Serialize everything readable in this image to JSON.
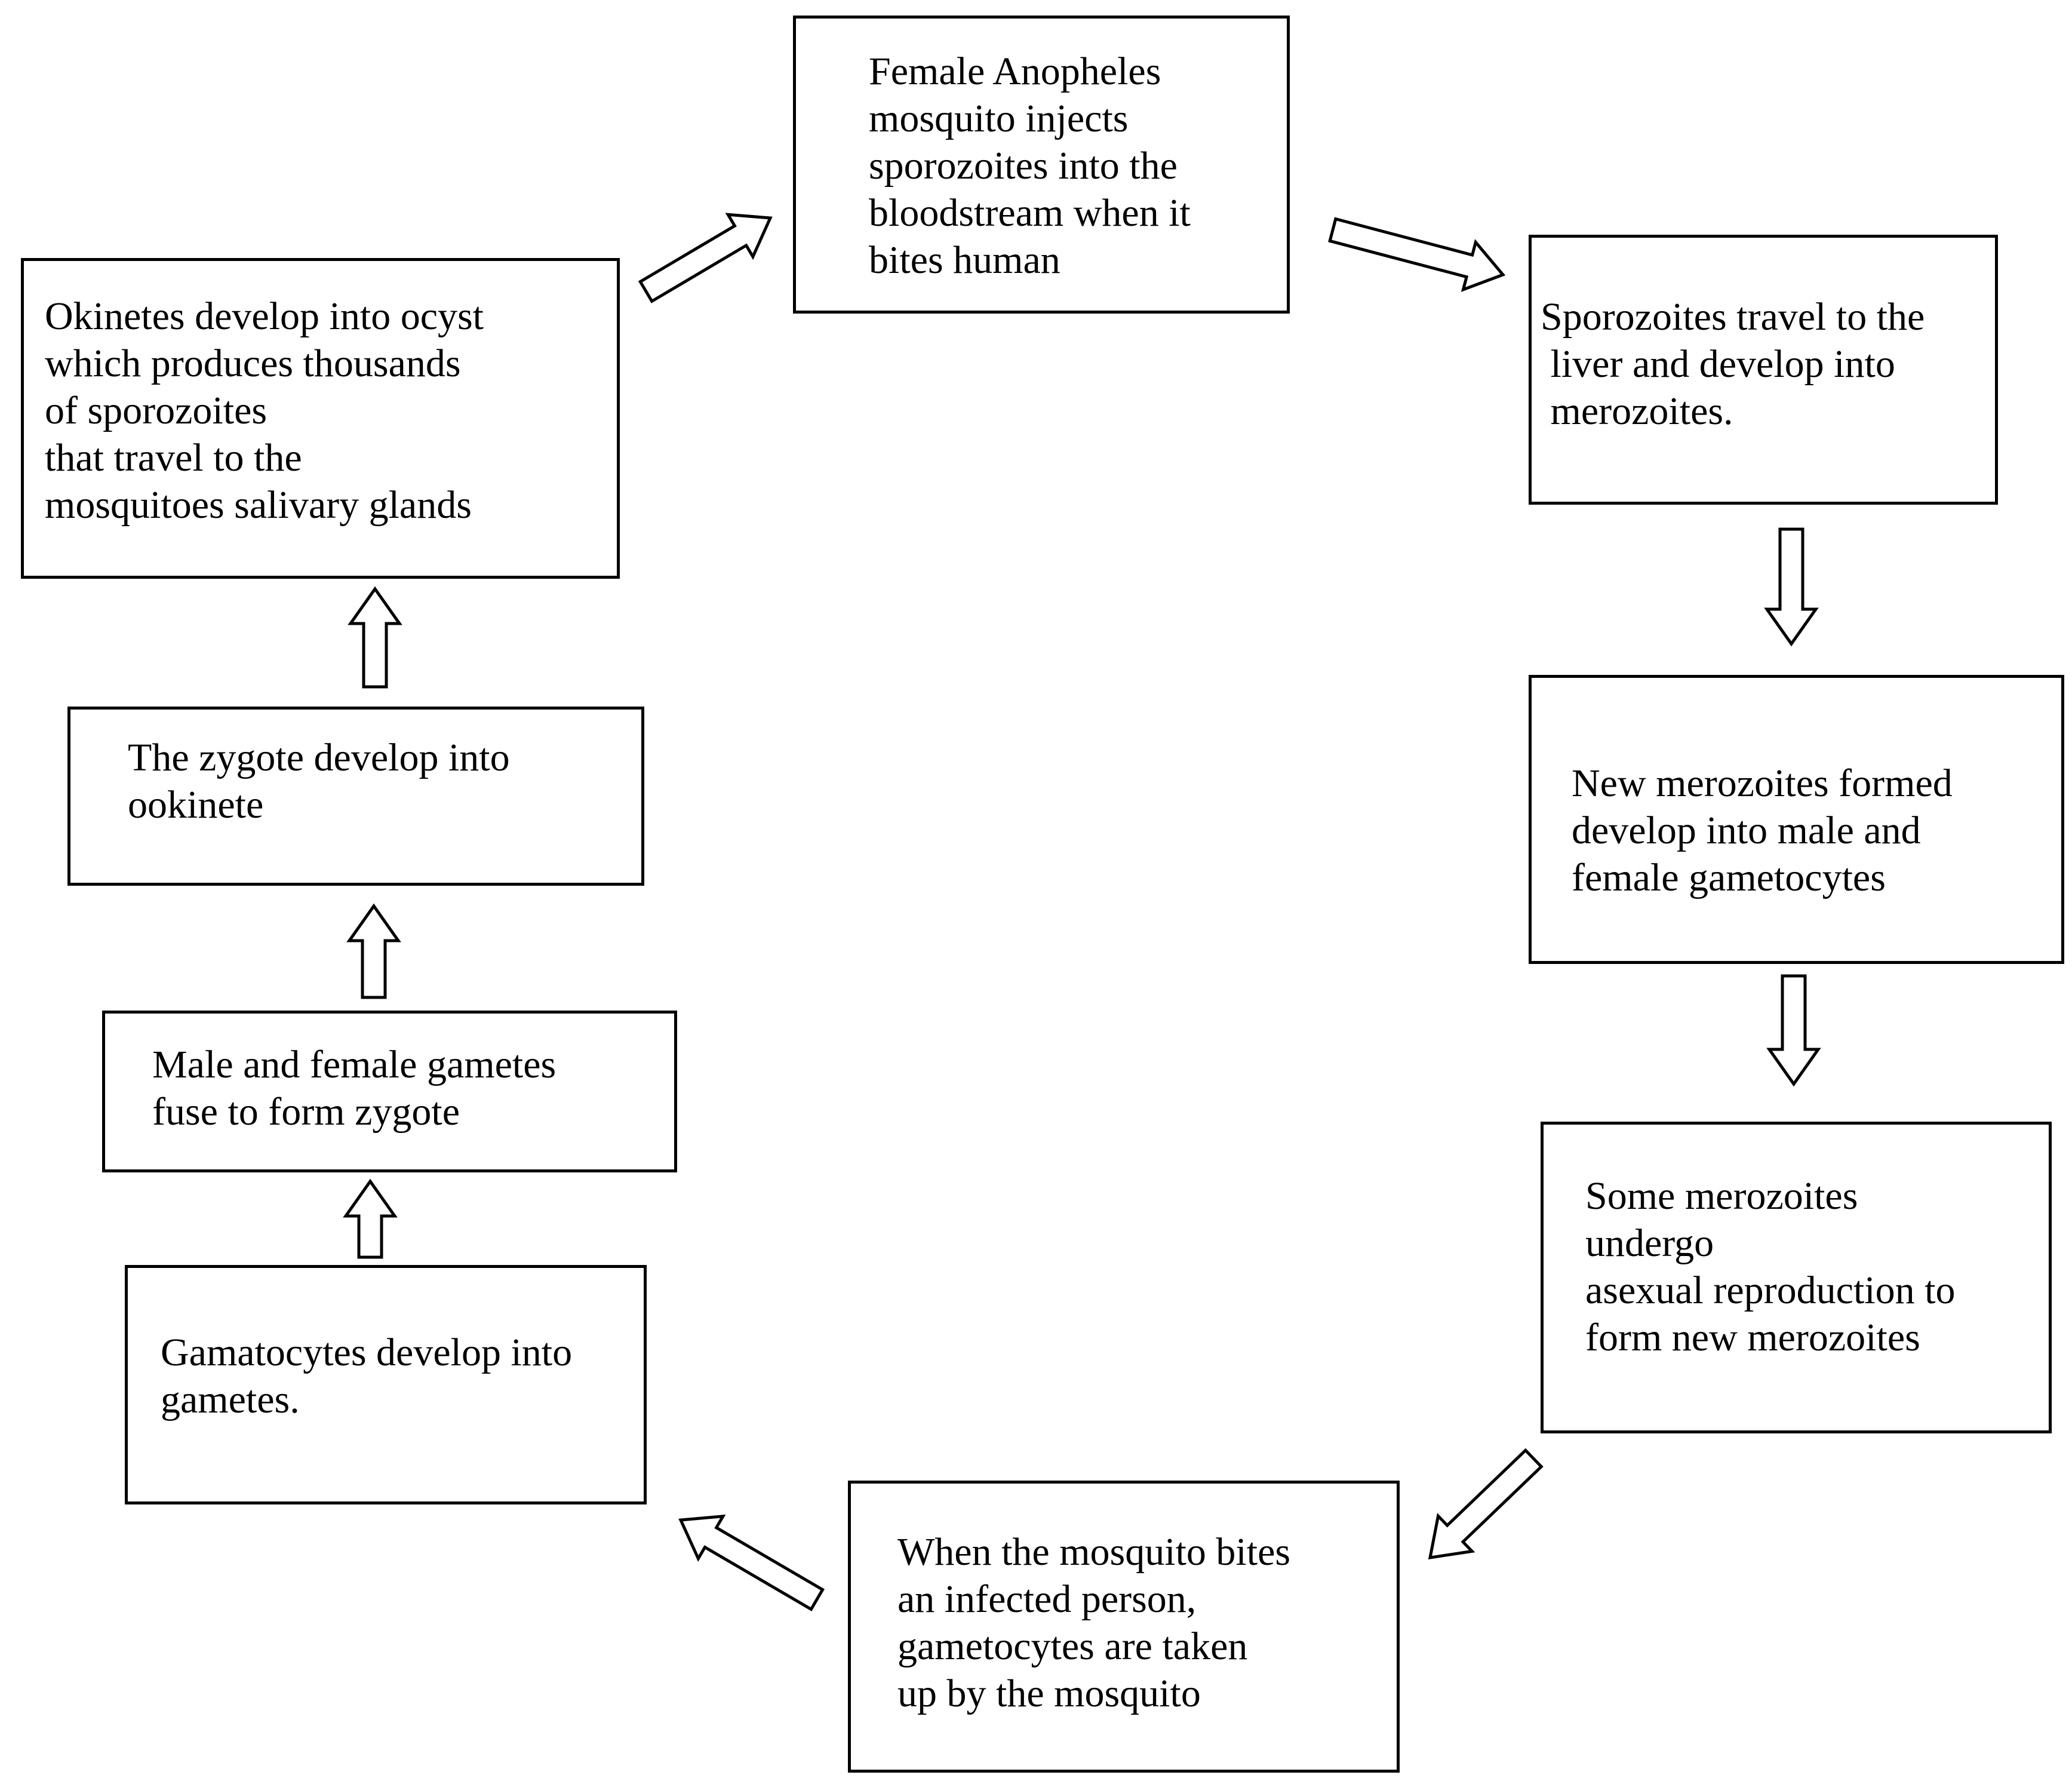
{
  "diagram": {
    "steps": [
      {
        "id": "inject",
        "text": "Female Anopheles\nmosquito injects\nsporozoites into the\nbloodstream when it\nbites human"
      },
      {
        "id": "liver",
        "text": "Sporozoites travel to the\n liver and develop into\n merozoites."
      },
      {
        "id": "gametocytes",
        "text": "New merozoites formed\ndevelop into male and\nfemale gametocytes"
      },
      {
        "id": "asexual",
        "text": "Some merozoites\nundergo\nasexual reproduction to\nform new merozoites"
      },
      {
        "id": "bite",
        "text": "When the mosquito bites\nan infected person,\ngametocytes are taken\nup by the mosquito"
      },
      {
        "id": "gametes",
        "text": "Gamatocytes develop into\ngametes."
      },
      {
        "id": "zygote",
        "text": "Male and female gametes\nfuse to form zygote"
      },
      {
        "id": "ookinete",
        "text": "The zygote develop into\nookinete"
      },
      {
        "id": "oocyst",
        "text": "Okinetes develop into ocyst\nwhich produces thousands\nof sporozoites\nthat travel to the\nmosquitoes salivary glands"
      }
    ],
    "colors": {
      "stroke": "#000000",
      "fill": "#ffffff",
      "text": "#000000"
    }
  }
}
